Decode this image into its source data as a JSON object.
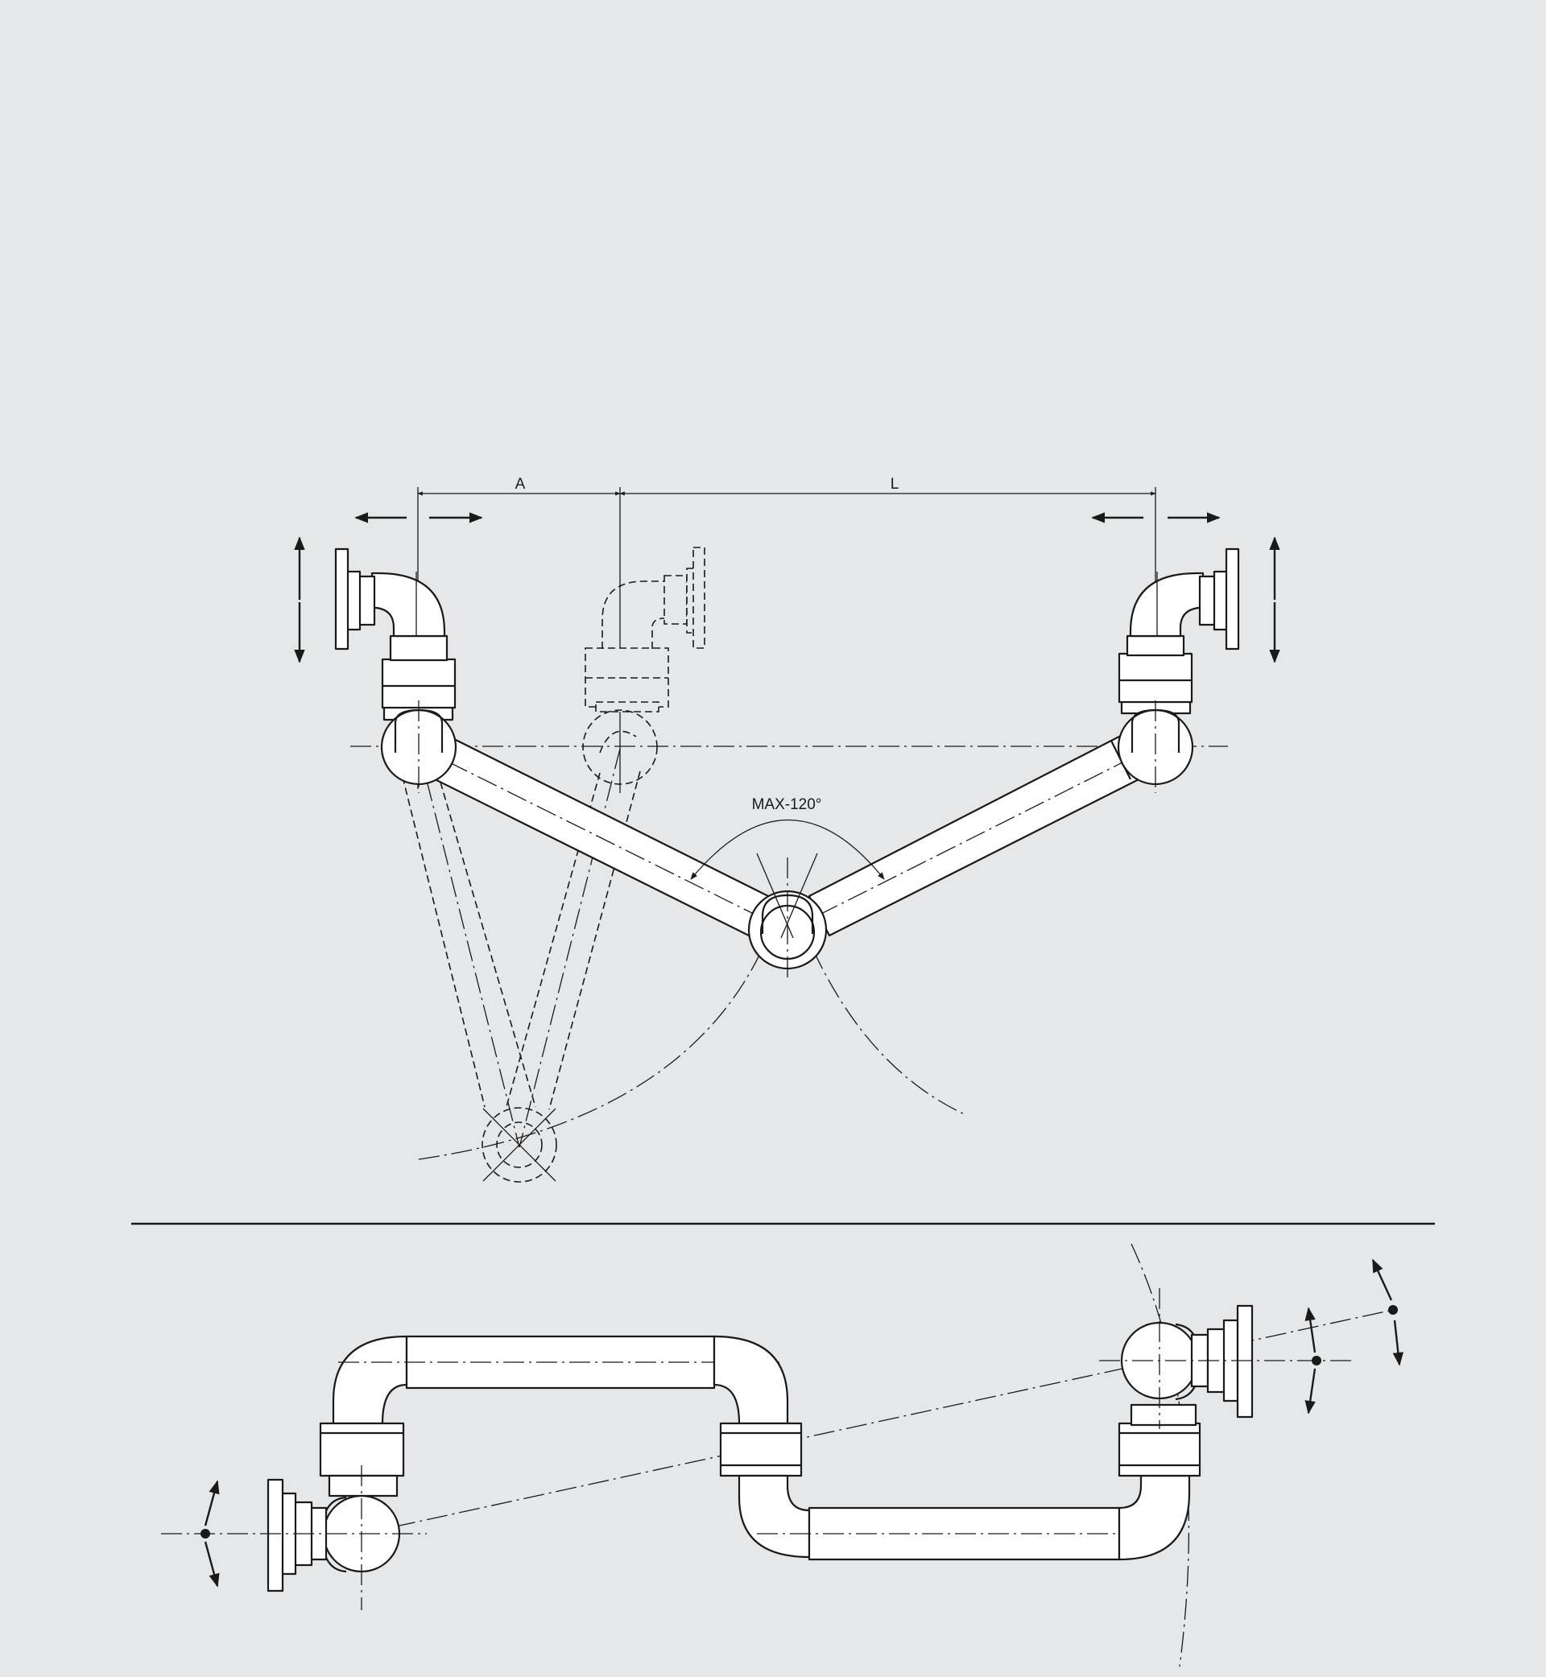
{
  "labels": {
    "dim_a": "A",
    "dim_l": "L",
    "angle": "MAX-120°"
  },
  "colors": {
    "background": "#e6e7e8",
    "line": "#1a1a1a",
    "pipe_fill": "#ffffff"
  }
}
